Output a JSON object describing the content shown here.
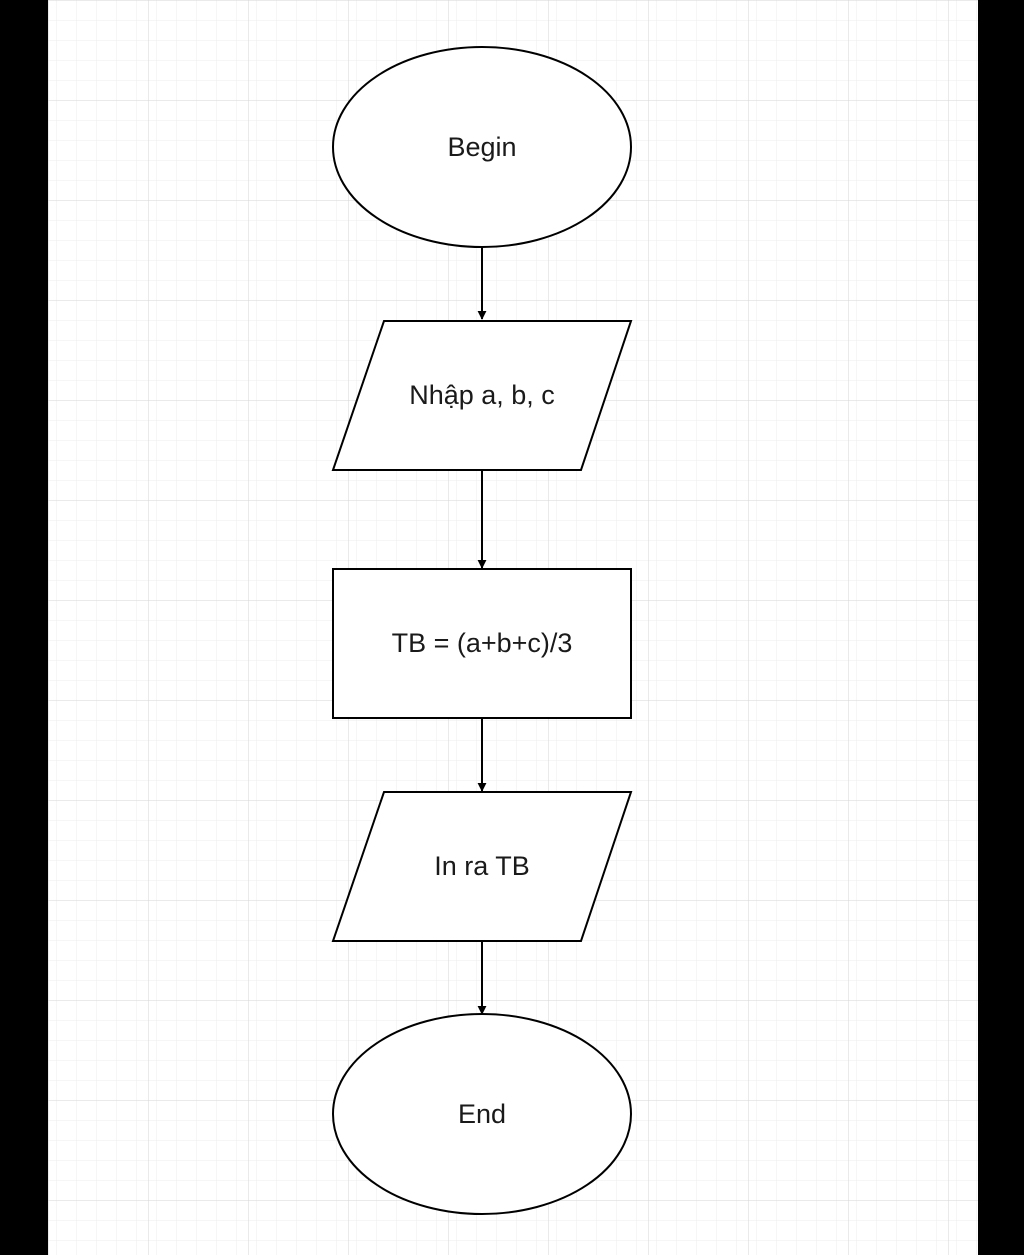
{
  "diagram": {
    "type": "flowchart",
    "colors": {
      "frame": "#000000",
      "canvas": "#ffffff",
      "grid": "#e2e2e2",
      "stroke": "#000000",
      "text": "#1a1a1a"
    },
    "nodes": [
      {
        "id": "begin",
        "shape": "ellipse",
        "label": "Begin"
      },
      {
        "id": "input",
        "shape": "parallelogram",
        "label": "Nhập a, b, c"
      },
      {
        "id": "compute",
        "shape": "rectangle",
        "label": "TB = (a+b+c)/3"
      },
      {
        "id": "output",
        "shape": "parallelogram",
        "label": "In ra TB"
      },
      {
        "id": "end",
        "shape": "ellipse",
        "label": "End"
      }
    ],
    "edges": [
      {
        "from": "begin",
        "to": "input"
      },
      {
        "from": "input",
        "to": "compute"
      },
      {
        "from": "compute",
        "to": "output"
      },
      {
        "from": "output",
        "to": "end"
      }
    ]
  }
}
